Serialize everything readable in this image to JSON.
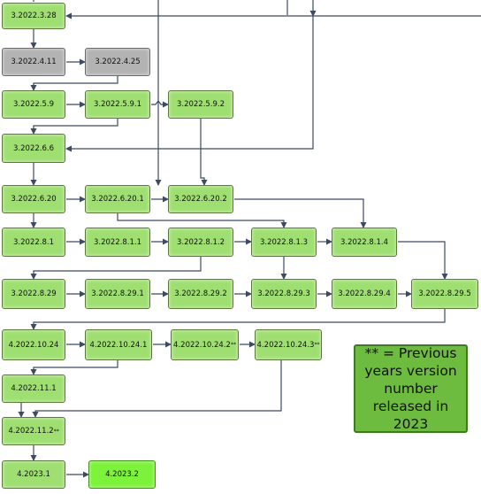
{
  "nodes": [
    {
      "id": "n1",
      "label": "3.2022.3.28"
    },
    {
      "id": "n2",
      "label": "3.2022.4.11",
      "style": "gray"
    },
    {
      "id": "n3",
      "label": "3.2022.4.25",
      "style": "gray"
    },
    {
      "id": "n4",
      "label": "3.2022.5.9"
    },
    {
      "id": "n5",
      "label": "3.2022.5.9.1"
    },
    {
      "id": "n6",
      "label": "3.2022.5.9.2"
    },
    {
      "id": "n7",
      "label": "3.2022.6.6"
    },
    {
      "id": "n8",
      "label": "3.2022.6.20"
    },
    {
      "id": "n9",
      "label": "3.2022.6.20.1"
    },
    {
      "id": "n10",
      "label": "3.2022.6.20.2"
    },
    {
      "id": "n11",
      "label": "3.2022.8.1"
    },
    {
      "id": "n12",
      "label": "3.2022.8.1.1"
    },
    {
      "id": "n13",
      "label": "3.2022.8.1.2"
    },
    {
      "id": "n14",
      "label": "3.2022.8.1.3"
    },
    {
      "id": "n15",
      "label": "3.2022.8.1.4"
    },
    {
      "id": "n16",
      "label": "3.2022.8.29"
    },
    {
      "id": "n17",
      "label": "3.2022.8.29.1"
    },
    {
      "id": "n18",
      "label": "3.2022.8.29.2"
    },
    {
      "id": "n19",
      "label": "3.2022.8.29.3"
    },
    {
      "id": "n20",
      "label": "3.2022.8.29.4"
    },
    {
      "id": "n21",
      "label": "3.2022.8.29.5"
    },
    {
      "id": "n22",
      "label": "4.2022.10.24"
    },
    {
      "id": "n23",
      "label": "4.2022.10.24.1"
    },
    {
      "id": "n24",
      "label": "4.2022.10.24.2",
      "mark": "**"
    },
    {
      "id": "n25",
      "label": "4.2022.10.24.3",
      "mark": "**"
    },
    {
      "id": "n26",
      "label": "4.2022.11.1"
    },
    {
      "id": "n27",
      "label": "4.2022.11.2",
      "mark": "**"
    },
    {
      "id": "n28",
      "label": "4.2023.1"
    },
    {
      "id": "n29",
      "label": "4.2023.2",
      "style": "bright"
    }
  ],
  "note": {
    "text": "** = Previous years version number released in 2023"
  },
  "colors": {
    "node": "#9fdf72",
    "legacy": "#b3b3b3",
    "latest": "#7cf23a",
    "note": "#6dbb3f",
    "line": "#3d4a63"
  }
}
